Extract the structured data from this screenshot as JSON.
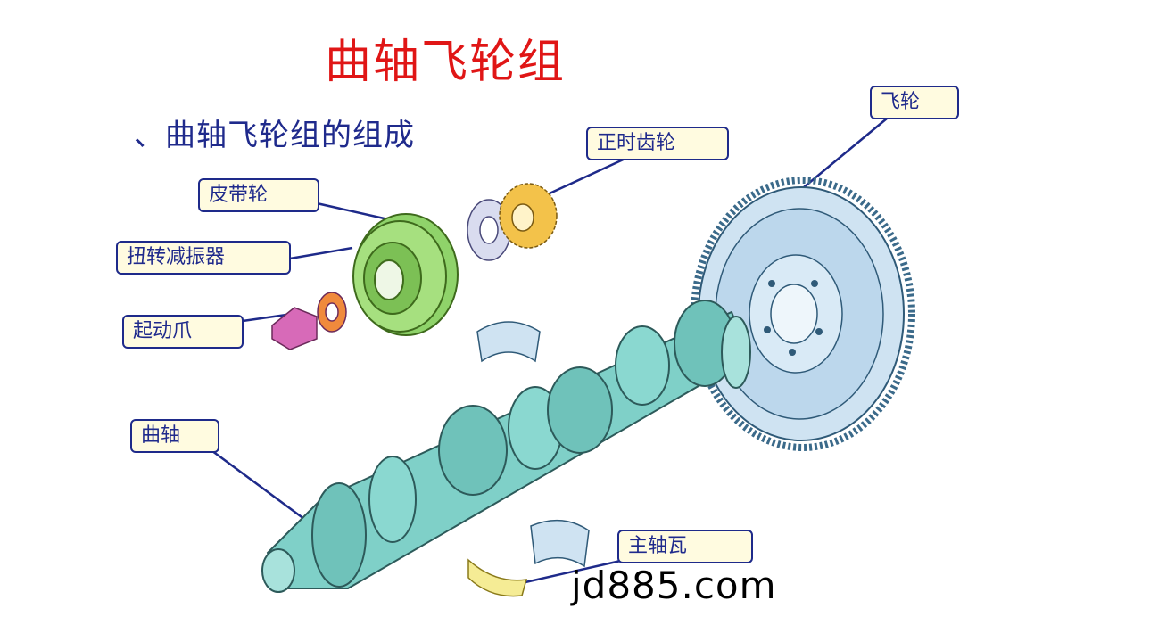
{
  "title": "曲轴飞轮组",
  "subtitle": "、曲轴飞轮组的组成",
  "labels": {
    "flywheel": "飞轮",
    "timing_gear": "正时齿轮",
    "pulley": "皮带轮",
    "damper": "扭转减振器",
    "starter_claw": "起动爪",
    "crankshaft": "曲轴",
    "main_bearing": "主轴瓦"
  },
  "watermark": "jd885.com",
  "colors": {
    "title": "#e01616",
    "label_text": "#1f2a8c",
    "label_bg": "#fffbe0",
    "crankshaft": "#7fd0c8",
    "flywheel": "#cfe3f2",
    "pulley": "#8fd36a",
    "timing_gear": "#f3c24a",
    "starter_claw": "#d76ab8",
    "washer": "#f08a3c",
    "bearing": "#f5ec95"
  }
}
